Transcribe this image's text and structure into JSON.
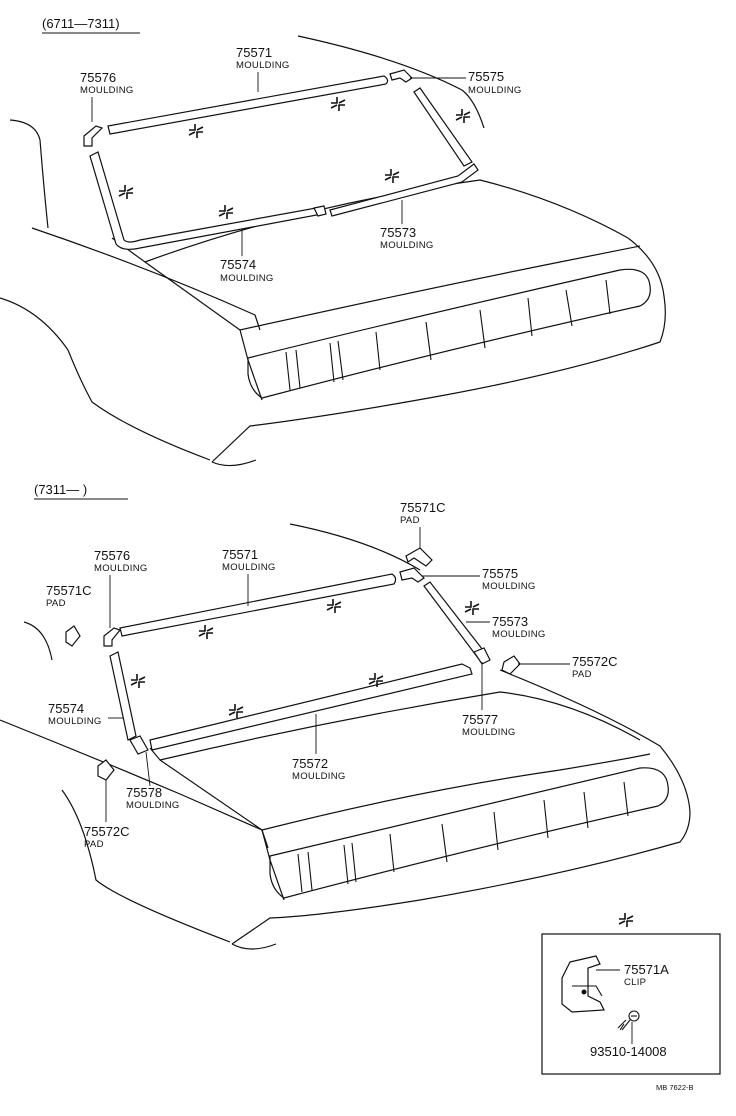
{
  "sections": [
    {
      "period": "(6711—7311)",
      "labels": [
        {
          "part": "75576",
          "name": "MOULDING"
        },
        {
          "part": "75571",
          "name": "MOULDING"
        },
        {
          "part": "75575",
          "name": "MOULDING"
        },
        {
          "part": "75573",
          "name": "MOULDING"
        },
        {
          "part": "75574",
          "name": "MOULDING"
        }
      ]
    },
    {
      "period": "(7311—     )",
      "labels": [
        {
          "part": "75571C",
          "name": "PAD"
        },
        {
          "part": "75576",
          "name": "MOULDING"
        },
        {
          "part": "75571",
          "name": "MOULDING"
        },
        {
          "part": "75575",
          "name": "MOULDING"
        },
        {
          "part": "75571C",
          "name": "PAD"
        },
        {
          "part": "75573",
          "name": "MOULDING"
        },
        {
          "part": "75572C",
          "name": "PAD"
        },
        {
          "part": "75574",
          "name": "MOULDING"
        },
        {
          "part": "75577",
          "name": "MOULDING"
        },
        {
          "part": "75572",
          "name": "MOULDING"
        },
        {
          "part": "75578",
          "name": "MOULDING"
        },
        {
          "part": "75572C",
          "name": "PAD"
        }
      ]
    }
  ],
  "inset": {
    "labels": [
      {
        "part": "75571A",
        "name": "CLIP"
      },
      {
        "part": "93510-14008",
        "name": ""
      }
    ]
  },
  "footer_code": "MB 7622-B"
}
